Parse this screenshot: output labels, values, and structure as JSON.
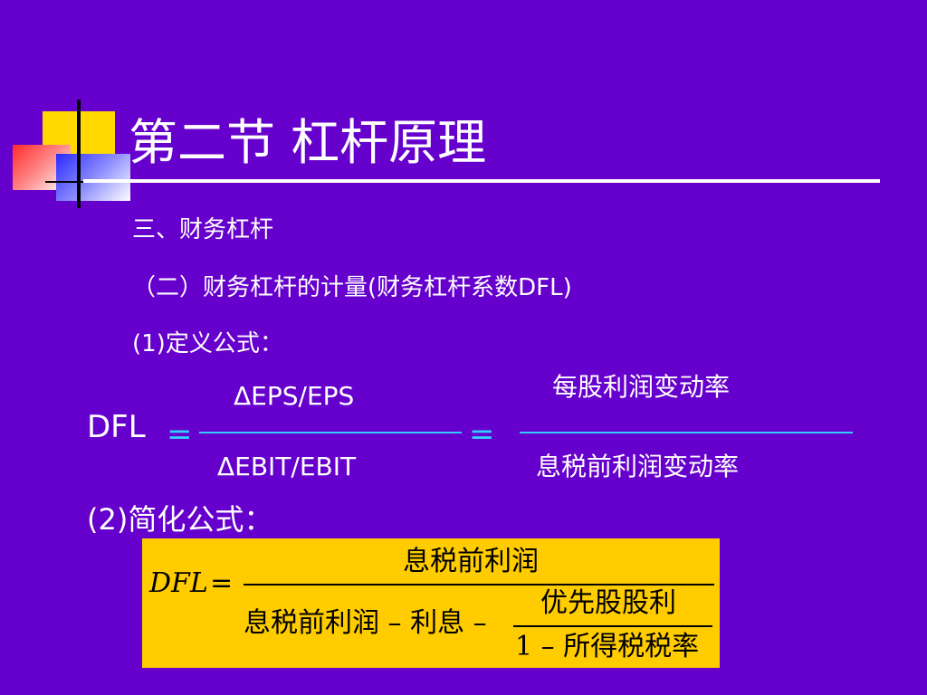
{
  "slide": {
    "title": "第二节  杠杆原理",
    "section_heading": "三、财务杠杆",
    "subsection_heading": "（二）财务杠杆的计量(财务杠杆系数DFL)",
    "definition_label": "(1)定义公式：",
    "simplified_label": "(2)简化公式："
  },
  "definition_formula": {
    "lhs": "DFL",
    "equals": "=",
    "ratio_numerator": "ΔEPS/EPS",
    "ratio_denominator": "ΔEBIT/EBIT",
    "text_numerator": "每股利润变动率",
    "text_denominator": "息税前利润变动率"
  },
  "simplified_formula": {
    "lhs": "DFL",
    "equals": "=",
    "numerator": "息税前利润",
    "denominator_prefix": "息税前利润 – 利息 –",
    "inner_numerator": "优先股股利",
    "inner_denominator": "1 – 所得税税率"
  },
  "colors": {
    "background": "#6600cc",
    "text": "#ffffff",
    "fraction_accent": "#33ccff",
    "formula_box": "#ffcc00",
    "logo_yellow": "#ffd900",
    "logo_red": "#ff2a2a",
    "logo_blue": "#2a2aff"
  }
}
